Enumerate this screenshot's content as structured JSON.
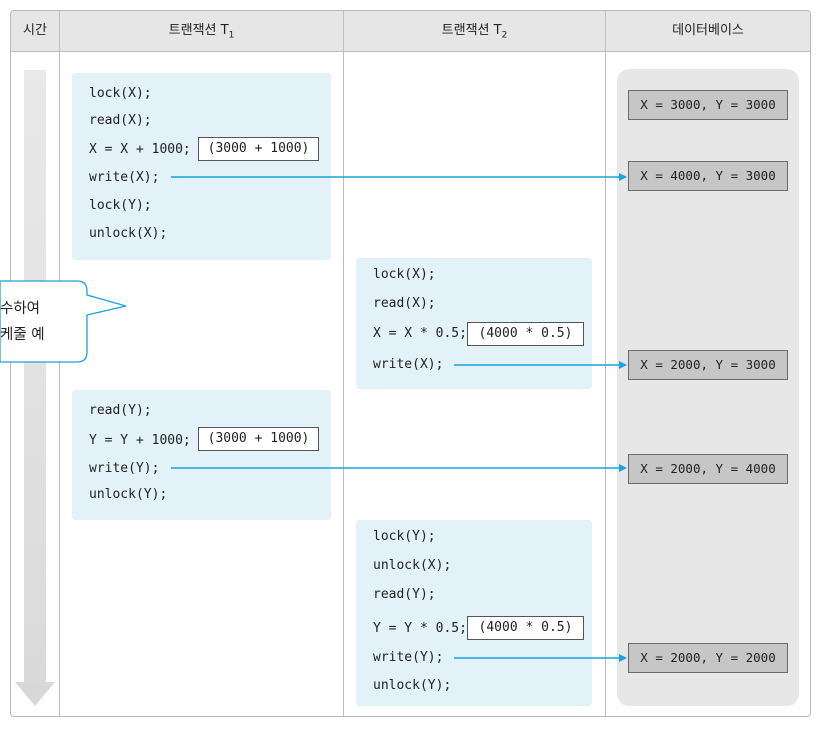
{
  "header": {
    "time": "시간",
    "t1_label": "트랜잭션 T",
    "t1_sub": "1",
    "t2_label": "트랜잭션 T",
    "t2_sub": "2",
    "db": "데이터베이스"
  },
  "t1_block1": {
    "lines": [
      "lock(X);",
      "read(X);",
      "X = X + 1000;",
      "write(X);",
      "lock(Y);",
      "unlock(X);"
    ],
    "calc": "(3000 + 1000)"
  },
  "t2_block1": {
    "lines": [
      "lock(X);",
      "read(X);",
      "X = X * 0.5;",
      "write(X);"
    ],
    "calc": "(4000 * 0.5)"
  },
  "t1_block2": {
    "lines": [
      "read(Y);",
      "Y = Y + 1000;",
      "write(Y);",
      "unlock(Y);"
    ],
    "calc": "(3000 + 1000)"
  },
  "t2_block2": {
    "lines": [
      "lock(Y);",
      "unlock(X);",
      "read(Y);",
      "Y = Y * 0.5;",
      "write(Y);",
      "unlock(Y);"
    ],
    "calc": "(4000 * 0.5)"
  },
  "database": {
    "states": [
      "X = 3000, Y = 3000",
      "X = 4000, Y = 3000",
      "X = 2000, Y = 3000",
      "X = 2000, Y = 4000",
      "X = 2000, Y = 2000"
    ]
  },
  "callout": {
    "line1": "수하여",
    "line2": "케줄 예"
  },
  "colors": {
    "arrow": "#1aa3dc",
    "block_bg": "#e3f1f9",
    "header_bg": "#e6e6e6"
  }
}
